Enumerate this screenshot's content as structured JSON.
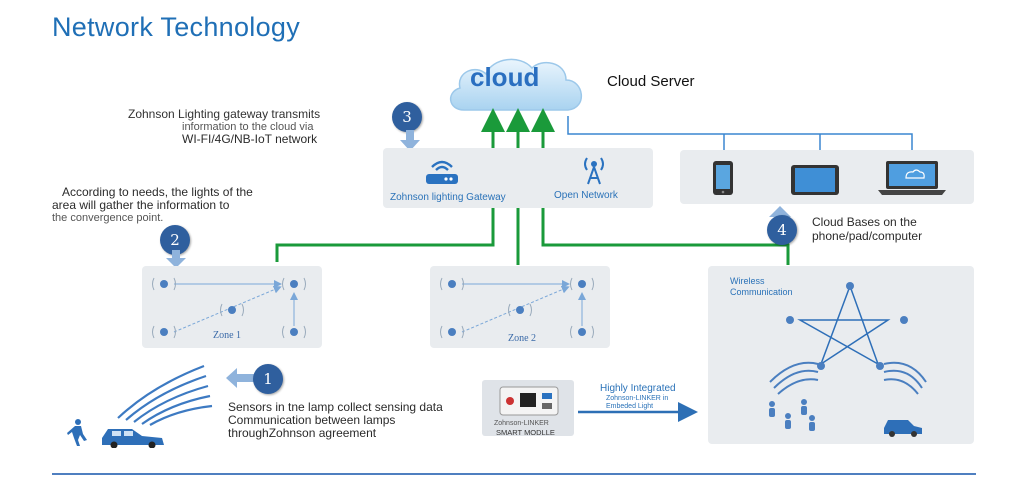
{
  "title": "Network Technology",
  "cloud": {
    "word": "cloud",
    "server_label": "Cloud Server"
  },
  "step3": {
    "number": "3",
    "line1": "Zohnson Lighting gateway transmits",
    "line2": "information to the cloud via",
    "line3": "WI-FI/4G/NB-IoT network"
  },
  "step2": {
    "number": "2",
    "line1": "According to needs, the lights of the",
    "line2": "area will gather the information to",
    "line3": "the convergence point."
  },
  "step4": {
    "number": "4",
    "line1": "Cloud Bases on the",
    "line2": "phone/pad/computer"
  },
  "step1": {
    "number": "1",
    "line1": "Sensors in tne lamp collect sensing data",
    "line2": "Communication between lamps",
    "line3": "throughZohnson agreement"
  },
  "gateway_panel": {
    "gateway_label": "Zohnson lighting Gateway",
    "network_label": "Open Network"
  },
  "zones": {
    "zone1": "Zone 1",
    "zone2": "Zone 2"
  },
  "wireless": {
    "label_line1": "Wireless",
    "label_line2": "Communication"
  },
  "module": {
    "line1": "Zohnson-LINKER",
    "line2": "SMART MODLLE"
  },
  "integrated": {
    "line1": "Highly Integrated",
    "line2": "Zohnson-LINKER in",
    "line3": "Embeded Light"
  },
  "colors": {
    "title_blue": "#1f6fb6",
    "link_green": "#1a9a3a",
    "link_blue": "#3a86d0",
    "badge": "#2f5f9e",
    "panel": "#e9ecef"
  }
}
